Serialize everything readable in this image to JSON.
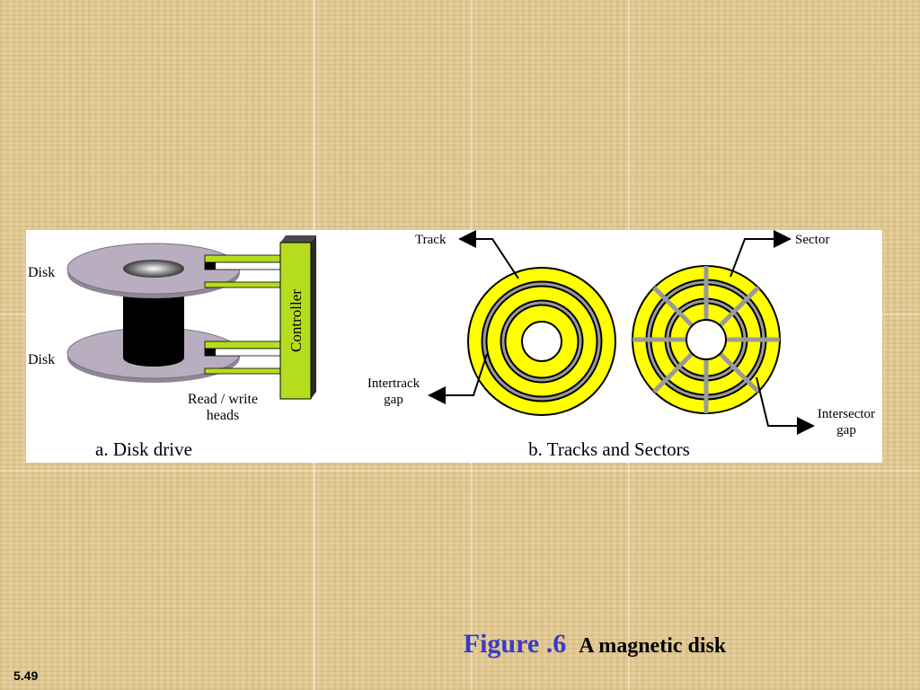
{
  "figure": {
    "disk_drive": {
      "disk_top_label": "Disk",
      "disk_bottom_label": "Disk",
      "controller_label": "Controller",
      "heads_label_line1": "Read / write",
      "heads_label_line2": "heads",
      "caption": "a. Disk drive"
    },
    "tracks_sectors": {
      "track_label": "Track",
      "intertrack_line1": "Intertrack",
      "intertrack_line2": "gap",
      "sector_label": "Sector",
      "intersector_line1": "Intersector",
      "intersector_line2": "gap",
      "caption": "b. Tracks and Sectors"
    },
    "colors": {
      "platter": "#b9aebf",
      "spindle": "#000000",
      "controller": "#b6dc1e",
      "disk_yellow": "#ffff00",
      "gap_gray": "#9a9a9a"
    }
  },
  "caption": {
    "figure_number": "Figure .6",
    "title": "A magnetic disk"
  },
  "slide_number": "5.49"
}
